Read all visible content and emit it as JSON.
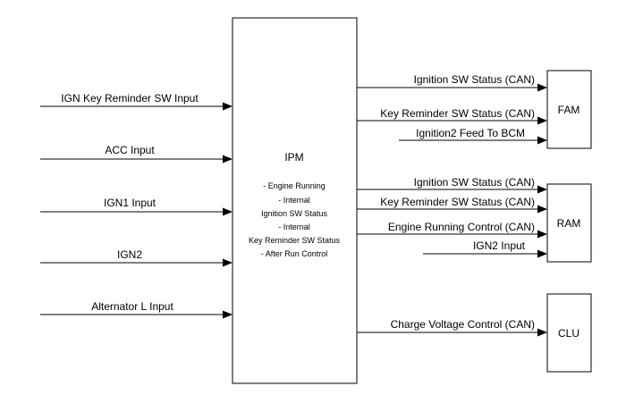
{
  "ipm": {
    "name": "IPM",
    "details": [
      "- Engine Running",
      "- Internal",
      "Ignition SW Status",
      "- Internal",
      "Key Reminder SW Status",
      "- After Run Control"
    ]
  },
  "inputs": [
    "IGN Key Reminder SW Input",
    "ACC Input",
    "IGN1 Input",
    "IGN2",
    "Alternator L Input"
  ],
  "modules": [
    {
      "name": "FAM",
      "signals": [
        "Ignition SW Status (CAN)",
        "Key Reminder SW Status (CAN)",
        "Ignition2 Feed To BCM"
      ]
    },
    {
      "name": "RAM",
      "signals": [
        "Ignition SW Status (CAN)",
        "Key Reminder SW Status (CAN)",
        "Engine Running Control (CAN)",
        "IGN2 Input"
      ]
    },
    {
      "name": "CLU",
      "signals": [
        "Charge Voltage Control (CAN)"
      ]
    }
  ]
}
